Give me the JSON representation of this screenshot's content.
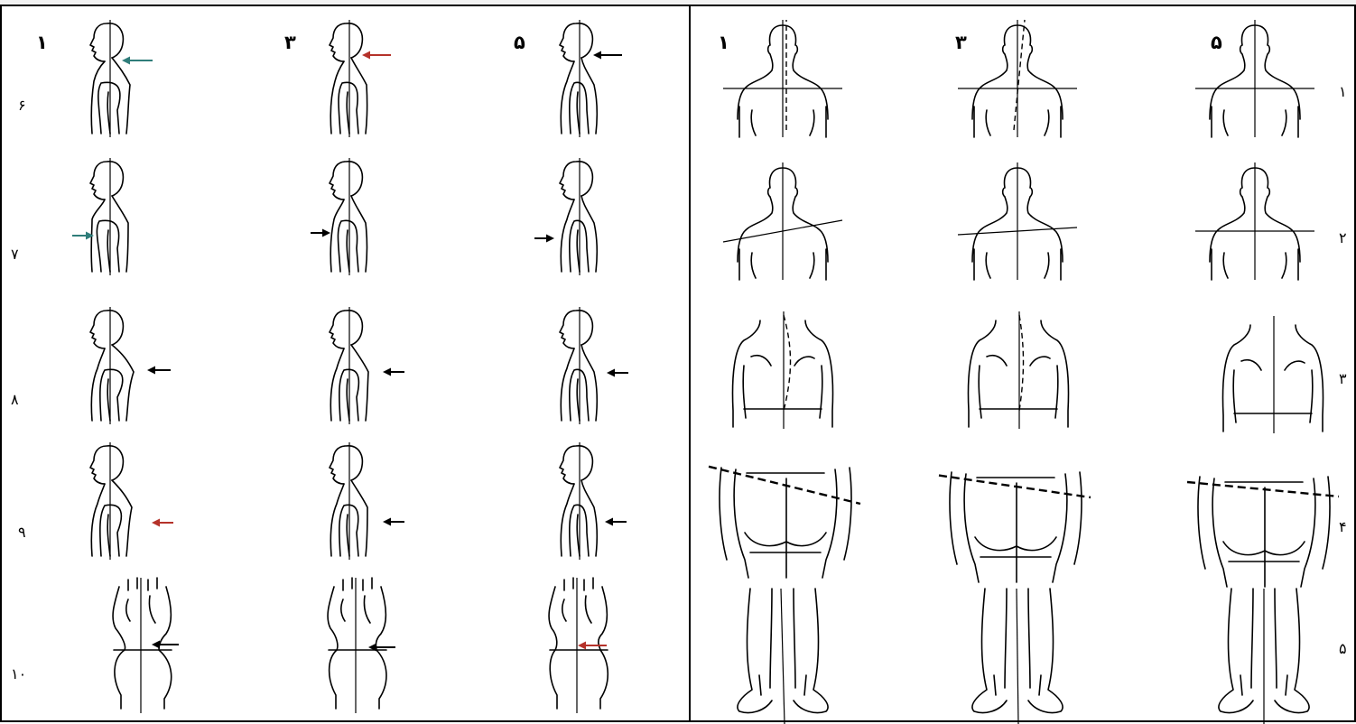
{
  "left_panel": {
    "column_labels": [
      "۱",
      "۳",
      "۵"
    ],
    "row_labels": [
      "۶",
      "۷",
      "۸",
      "۹",
      "۱۰"
    ]
  },
  "right_panel": {
    "column_labels": [
      "۱",
      "۳",
      "۵"
    ],
    "row_labels": [
      "۱",
      "۲",
      "۳",
      "۴",
      "۵"
    ]
  },
  "arrow_colors": {
    "teal": "#2f7d7a",
    "red": "#b5322a",
    "black": "#000000"
  }
}
